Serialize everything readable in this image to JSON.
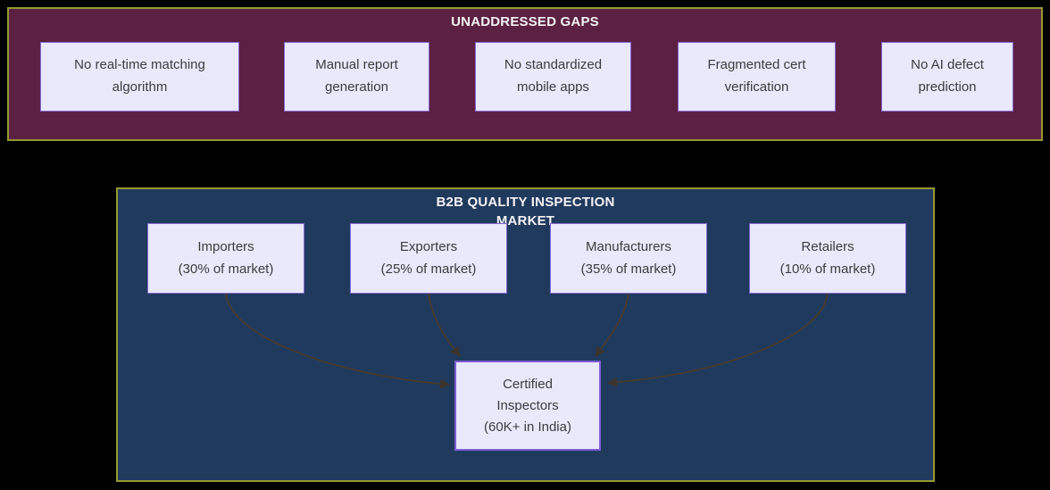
{
  "page": {
    "background_color": "#000000"
  },
  "top_panel": {
    "title": "UNADDRESSED GAPS",
    "background_color": "#5c2142",
    "border_color": "#96982f",
    "nodes": [
      {
        "label": "No real-time matching\nalgorithm"
      },
      {
        "label": "Manual report\ngeneration"
      },
      {
        "label": "No standardized\nmobile apps"
      },
      {
        "label": "Fragmented cert\nverification"
      },
      {
        "label": "No AI defect\nprediction"
      }
    ]
  },
  "bottom_panel": {
    "title": "B2B QUALITY INSPECTION\nMARKET",
    "background_color": "#203a5e",
    "border_color": "#96982f",
    "nodes": [
      {
        "label": "Importers\n(30% of market)"
      },
      {
        "label": "Exporters\n(25% of market)"
      },
      {
        "label": "Manufacturers\n(35% of market)"
      },
      {
        "label": "Retailers\n(10% of market)"
      }
    ],
    "central_node": {
      "label": "Certified\nInspectors\n(60K+ in India)"
    },
    "edges": [
      {
        "from": "Importers",
        "to": "Certified Inspectors"
      },
      {
        "from": "Exporters",
        "to": "Certified Inspectors"
      },
      {
        "from": "Manufacturers",
        "to": "Certified Inspectors"
      },
      {
        "from": "Retailers",
        "to": "Certified Inspectors"
      }
    ]
  },
  "colors": {
    "node_fill": "#e9e9fb",
    "node_border": "#8268ce",
    "central_node_border": "#7d5cd6",
    "node_text": "#3d3d3d",
    "title_text": "#f5f2f5",
    "arrow": "#4b3a27"
  }
}
